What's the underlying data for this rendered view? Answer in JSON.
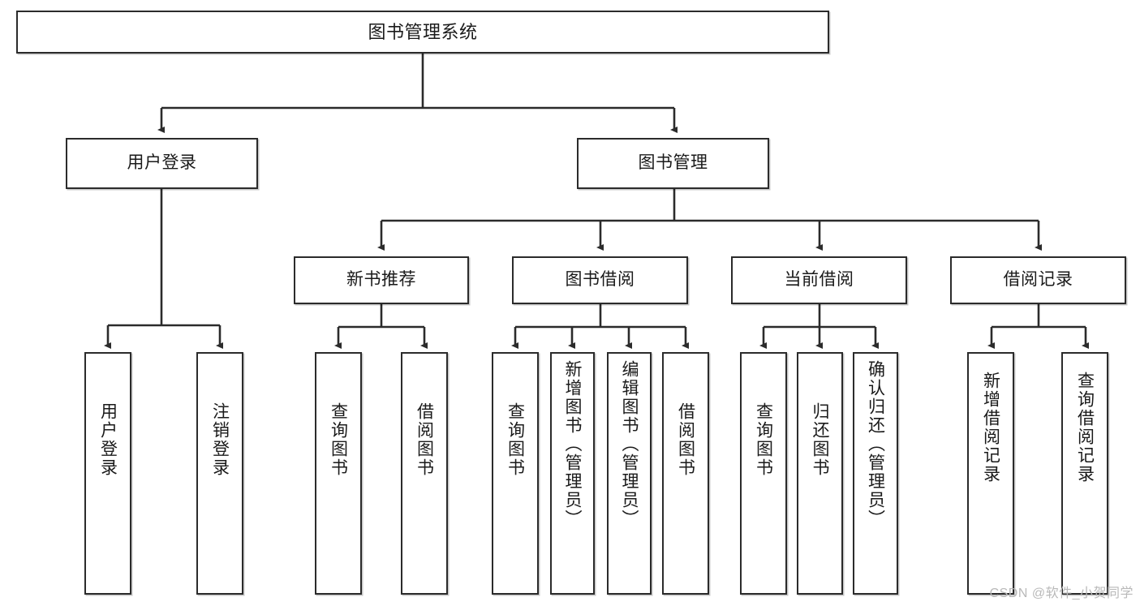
{
  "diagram": {
    "title": "图书管理系统",
    "type": "tree-hierarchy-diagram",
    "root": {
      "label": "图书管理系统"
    },
    "level2": [
      {
        "label": "用户登录"
      },
      {
        "label": "图书管理"
      }
    ],
    "level3": [
      {
        "label": "新书推荐"
      },
      {
        "label": "图书借阅"
      },
      {
        "label": "当前借阅"
      },
      {
        "label": "借阅记录"
      }
    ],
    "leaves": {
      "user_login": [
        {
          "label": "用户登录"
        },
        {
          "label": "注销登录"
        }
      ],
      "new_book_recommend": [
        {
          "label": "查询图书"
        },
        {
          "label": "借阅图书"
        }
      ],
      "book_borrow": [
        {
          "label": "查询图书"
        },
        {
          "label": "新增图书（管理员）"
        },
        {
          "label": "编辑图书（管理员）"
        },
        {
          "label": "借阅图书"
        }
      ],
      "current_borrow": [
        {
          "label": "查询图书"
        },
        {
          "label": "归还图书"
        },
        {
          "label": "确认归还（管理员）"
        }
      ],
      "borrow_record": [
        {
          "label": "新增借阅记录"
        },
        {
          "label": "查询借阅记录"
        }
      ]
    }
  },
  "watermark": {
    "text": "CSDN @软件_小贺同学"
  },
  "colors": {
    "border": "#2b2b2b",
    "text": "#1a1a1a",
    "background": "#ffffff",
    "watermark": "#b9b9b9"
  }
}
